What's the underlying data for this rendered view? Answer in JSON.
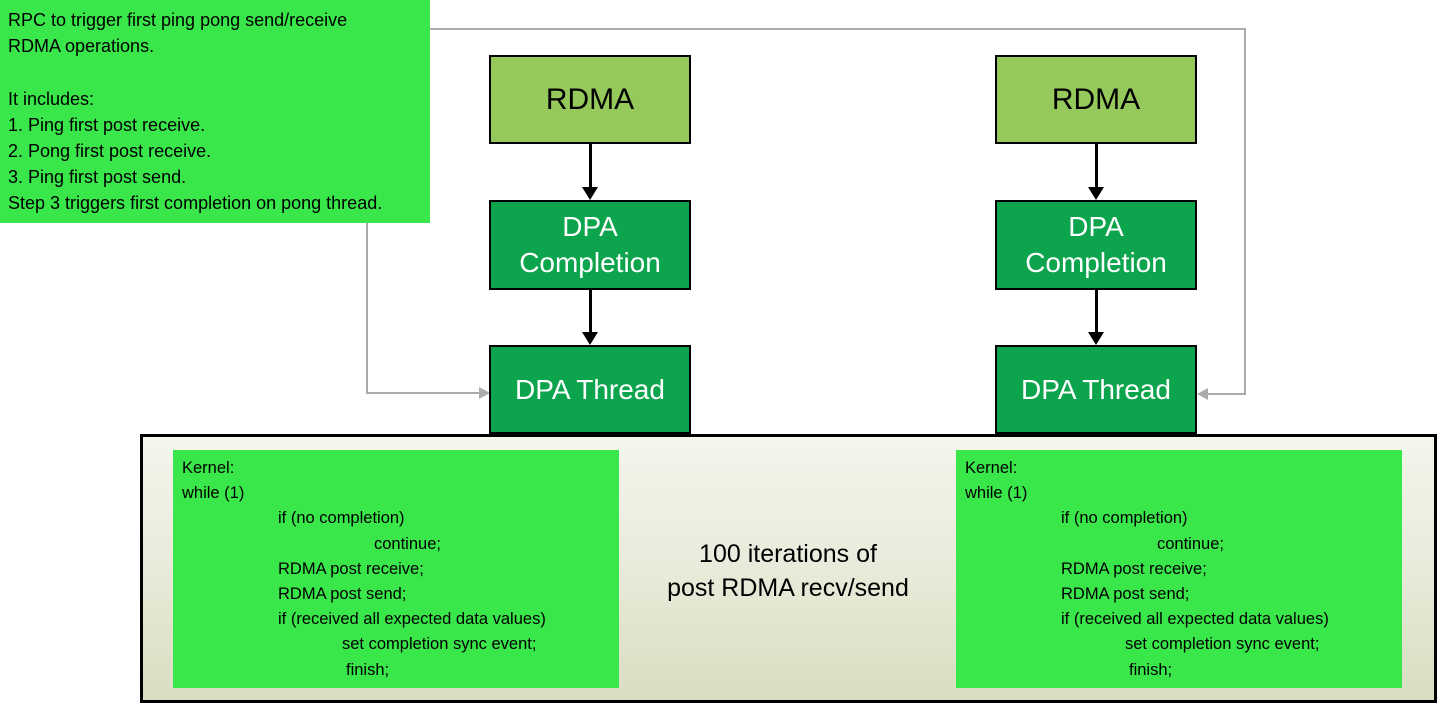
{
  "colors": {
    "bright_green": "#3AE74A",
    "light_green": "#95C95B",
    "dark_green": "#0CA44C",
    "connector_gray": "#ABABAB",
    "container_top": "#F4F5EC",
    "container_bottom": "#D7DEC0"
  },
  "annotation": {
    "lines": [
      "RPC to trigger first ping pong send/receive",
      "RDMA operations.",
      "",
      "It includes:",
      "1. Ping first post receive.",
      "2. Pong first post receive.",
      "3. Ping first post send.",
      "Step 3 triggers first completion on pong thread."
    ]
  },
  "flow": {
    "left": {
      "rdma": "RDMA",
      "dpa_completion": "DPA Completion",
      "dpa_thread": "DPA Thread"
    },
    "right": {
      "rdma": "RDMA",
      "dpa_completion": "DPA Completion",
      "dpa_thread": "DPA Thread"
    }
  },
  "kernel_code": {
    "lines": [
      {
        "text": "Kernel:",
        "indent": 0
      },
      {
        "text": "while (1)",
        "indent": 0
      },
      {
        "text": "if (no completion)",
        "indent": 96
      },
      {
        "text": "continue;",
        "indent": 192
      },
      {
        "text": "RDMA post receive;",
        "indent": 96
      },
      {
        "text": "RDMA post send;",
        "indent": 96
      },
      {
        "text": "if  (received all expected data values)",
        "indent": 96
      },
      {
        "text": "set completion sync event;",
        "indent": 160
      },
      {
        "text": "finish;",
        "indent": 164
      }
    ]
  },
  "caption": {
    "line1": "100 iterations of",
    "line2": "post RDMA recv/send"
  }
}
